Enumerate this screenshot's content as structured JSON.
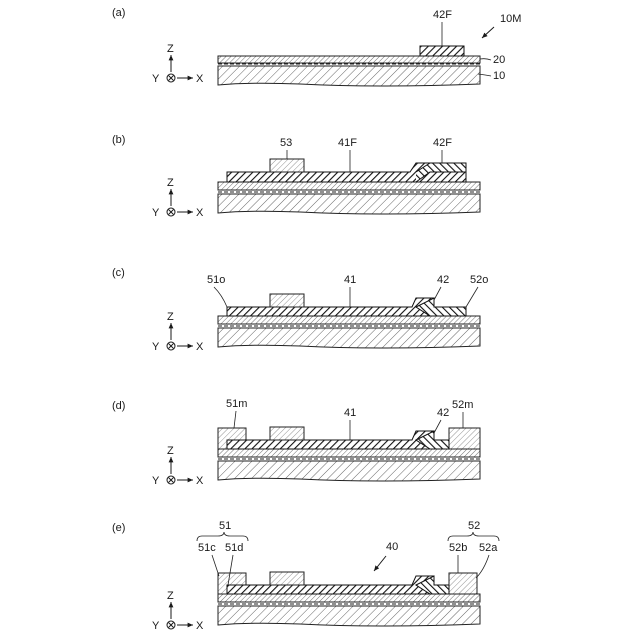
{
  "figure": {
    "device_label": "10M",
    "axes": {
      "z": "Z",
      "y": "Y",
      "x": "X"
    },
    "panels": [
      {
        "id": "a",
        "label": "(a)",
        "labels": {
          "top_right": "42F",
          "layer_upper": "20",
          "layer_lower": "10"
        }
      },
      {
        "id": "b",
        "label": "(b)",
        "labels": {
          "block": "53",
          "film": "41F",
          "right_film": "42F"
        }
      },
      {
        "id": "c",
        "label": "(c)",
        "labels": {
          "left_opening": "51o",
          "film": "41",
          "right_part": "42",
          "right_opening": "52o"
        }
      },
      {
        "id": "d",
        "label": "(d)",
        "labels": {
          "left_member": "51m",
          "film": "41",
          "right_part": "42",
          "right_member": "52m"
        }
      },
      {
        "id": "e",
        "label": "(e)",
        "labels": {
          "left_group": "51",
          "left_c": "51c",
          "left_d": "51d",
          "center": "40",
          "right_group": "52",
          "right_b": "52b",
          "right_a": "52a"
        }
      }
    ]
  }
}
